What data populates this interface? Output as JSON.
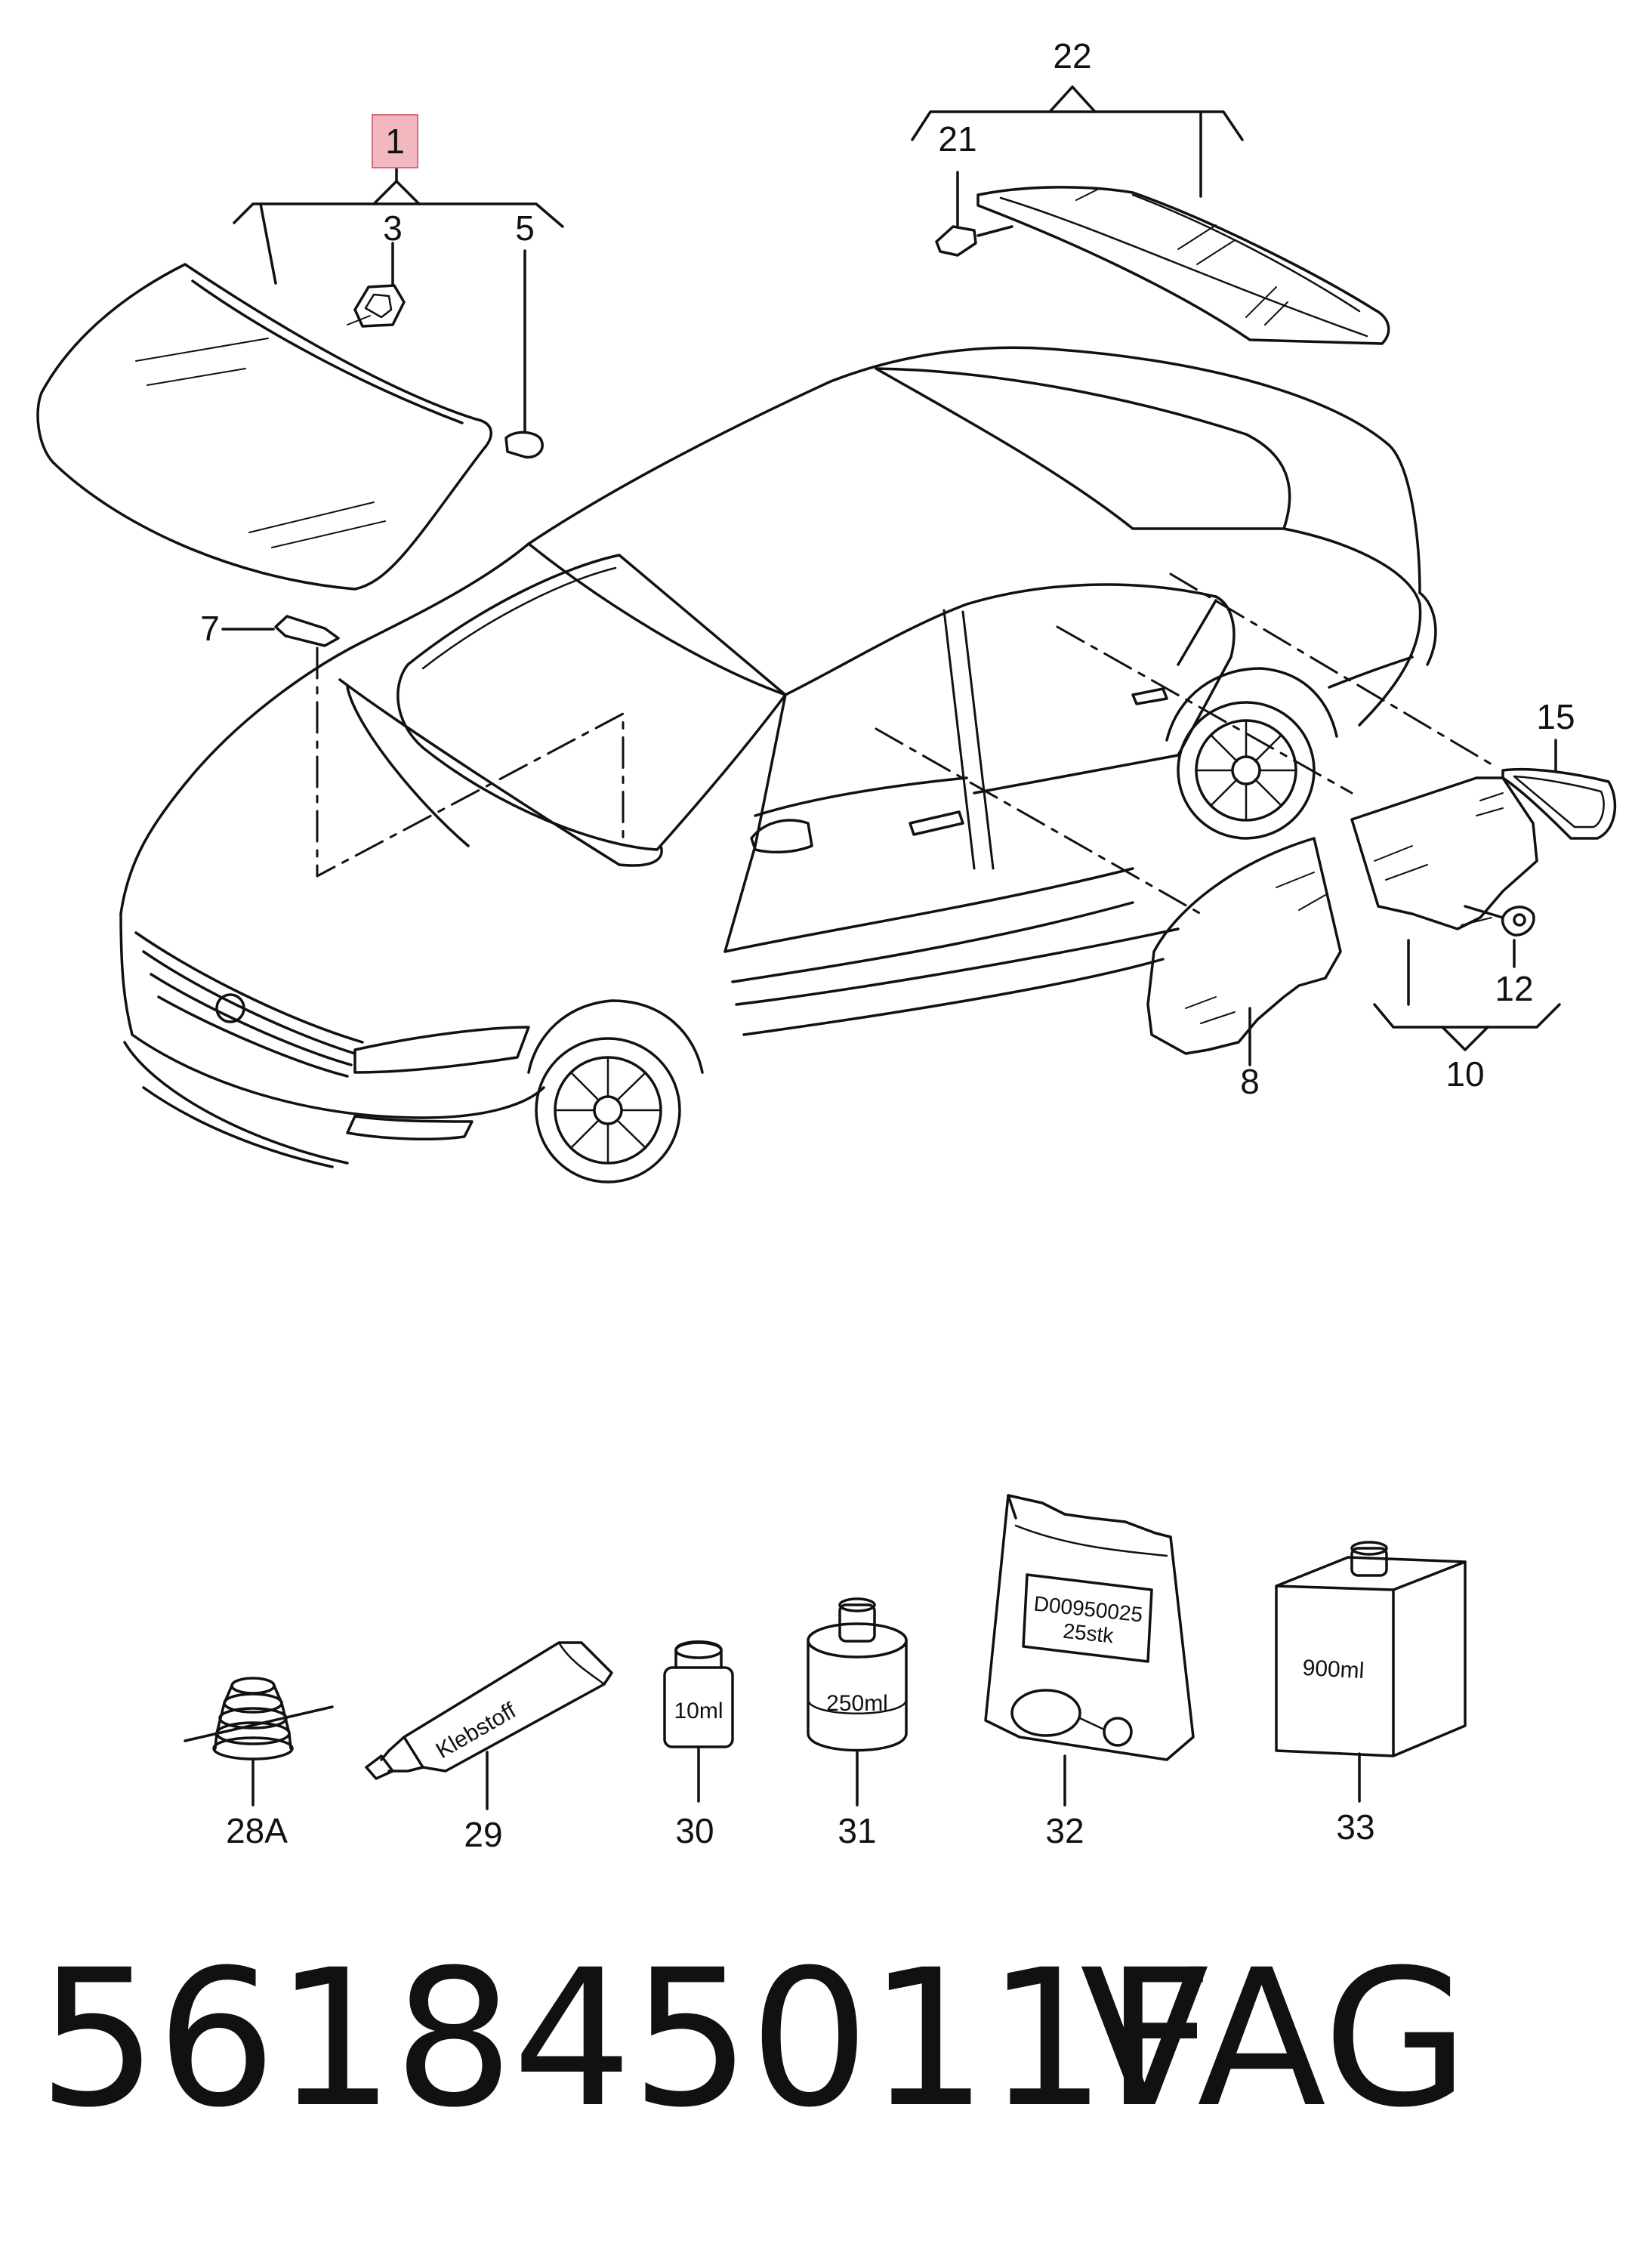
{
  "callouts": {
    "c1": "1",
    "c3": "3",
    "c5": "5",
    "c7": "7",
    "c8": "8",
    "c10": "10",
    "c12": "12",
    "c15": "15",
    "c21": "21",
    "c22": "22",
    "c28a": "28A",
    "c29": "29",
    "c30": "30",
    "c31": "31",
    "c32": "32",
    "c33": "33"
  },
  "packages": {
    "tube_text": "Klebstoff",
    "bottle_10": "10ml",
    "can_250": "250ml",
    "bag_code": "D00950025",
    "bag_qty": "25stk",
    "box_900": "900ml"
  },
  "footer": {
    "part_number": "561845011F",
    "brand": "VAG"
  },
  "highlight_color": "#f2b8c0"
}
